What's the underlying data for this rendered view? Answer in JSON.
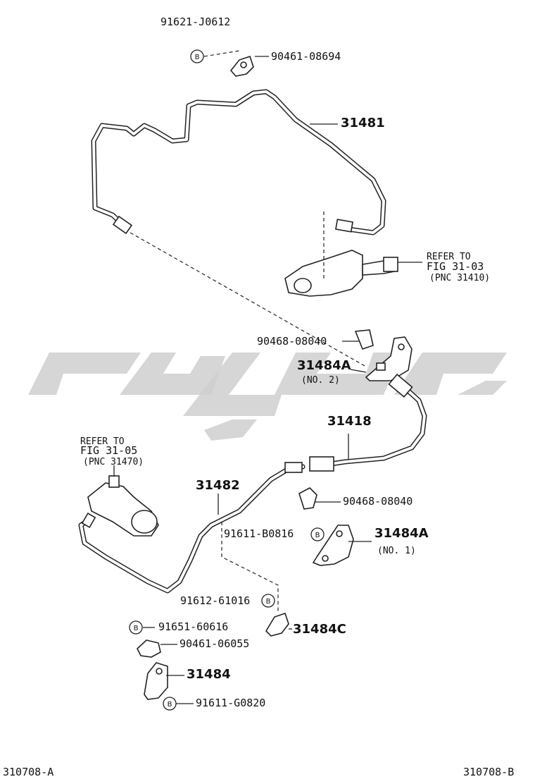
{
  "watermark": {
    "color": "#cccccc"
  },
  "bolt_symbol": "B",
  "labels": {
    "p91621": "91621-J0612",
    "p90461a": "90461-08694",
    "p31481": "31481",
    "refer1_line1": "REFER TO",
    "refer1_line2": "FIG 31-03",
    "refer1_line3": "(PNC 31410)",
    "p90468a": "90468-08040",
    "p31484A_2": "31484A",
    "no2": "(NO. 2)",
    "p31418": "31418",
    "refer2_line1": "REFER TO",
    "refer2_line2": "FIG 31-05",
    "refer2_line3": "(PNC 31470)",
    "p31482": "31482",
    "p90468b": "90468-08040",
    "p91611b": "91611-B0816",
    "p31484A_1": "31484A",
    "no1": "(NO. 1)",
    "p91612": "91612-61016",
    "p31484C": "31484C",
    "p91651": "91651-60616",
    "p90461b": "90461-06055",
    "p31484": "31484",
    "p91611g": "91611-G0820",
    "footer_left": "310708-A",
    "footer_right": "310708-B"
  }
}
